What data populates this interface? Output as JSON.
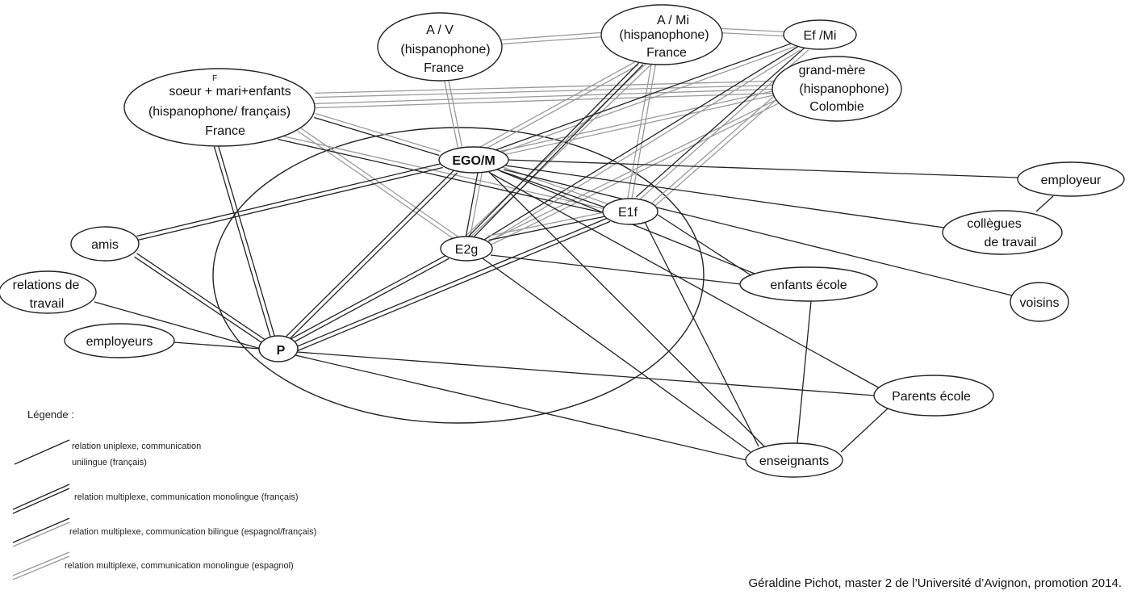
{
  "nodes": {
    "ego": "EGO/M",
    "p": "P",
    "e1f": "E1f",
    "e2g": "E2g",
    "av": [
      "A / V",
      "(hispanophone)",
      "France"
    ],
    "ami": [
      "A / Mi",
      "(hispanophone)",
      "France"
    ],
    "efmi": "Ef /Mi",
    "gm": [
      "grand-mère",
      "(hispanophone)",
      "Colombie"
    ],
    "soeur_f": "F",
    "soeur": [
      "soeur + mari+enfants",
      "(hispanophone/ français)",
      "France"
    ],
    "employeur": "employeur",
    "collegues": [
      "collègues",
      "de travail"
    ],
    "voisins": "voisins",
    "enfants_ecole": "enfants école",
    "parents_ecole": "Parents école",
    "enseignants": "enseignants",
    "amis": "amis",
    "relations_travail": [
      "relations de",
      "travail"
    ],
    "employeurs": "employeurs"
  },
  "legend": {
    "title": "Légende :",
    "uniplex": [
      "relation uniplexe, communication",
      "unilingue (français)"
    ],
    "multi_fr": "relation multiplexe, communication monolingue (français)",
    "multi_bi": "relation multiplexe, communication bilingue (espagnol/français)",
    "multi_es": "relation multiplexe, communication monolingue (espagnol)"
  },
  "credit": "Géraldine Pichot, master 2 de l’Université d’Avignon, promotion 2014.",
  "colors": {
    "french": "#222222",
    "spanish": "#9a9a9a"
  }
}
